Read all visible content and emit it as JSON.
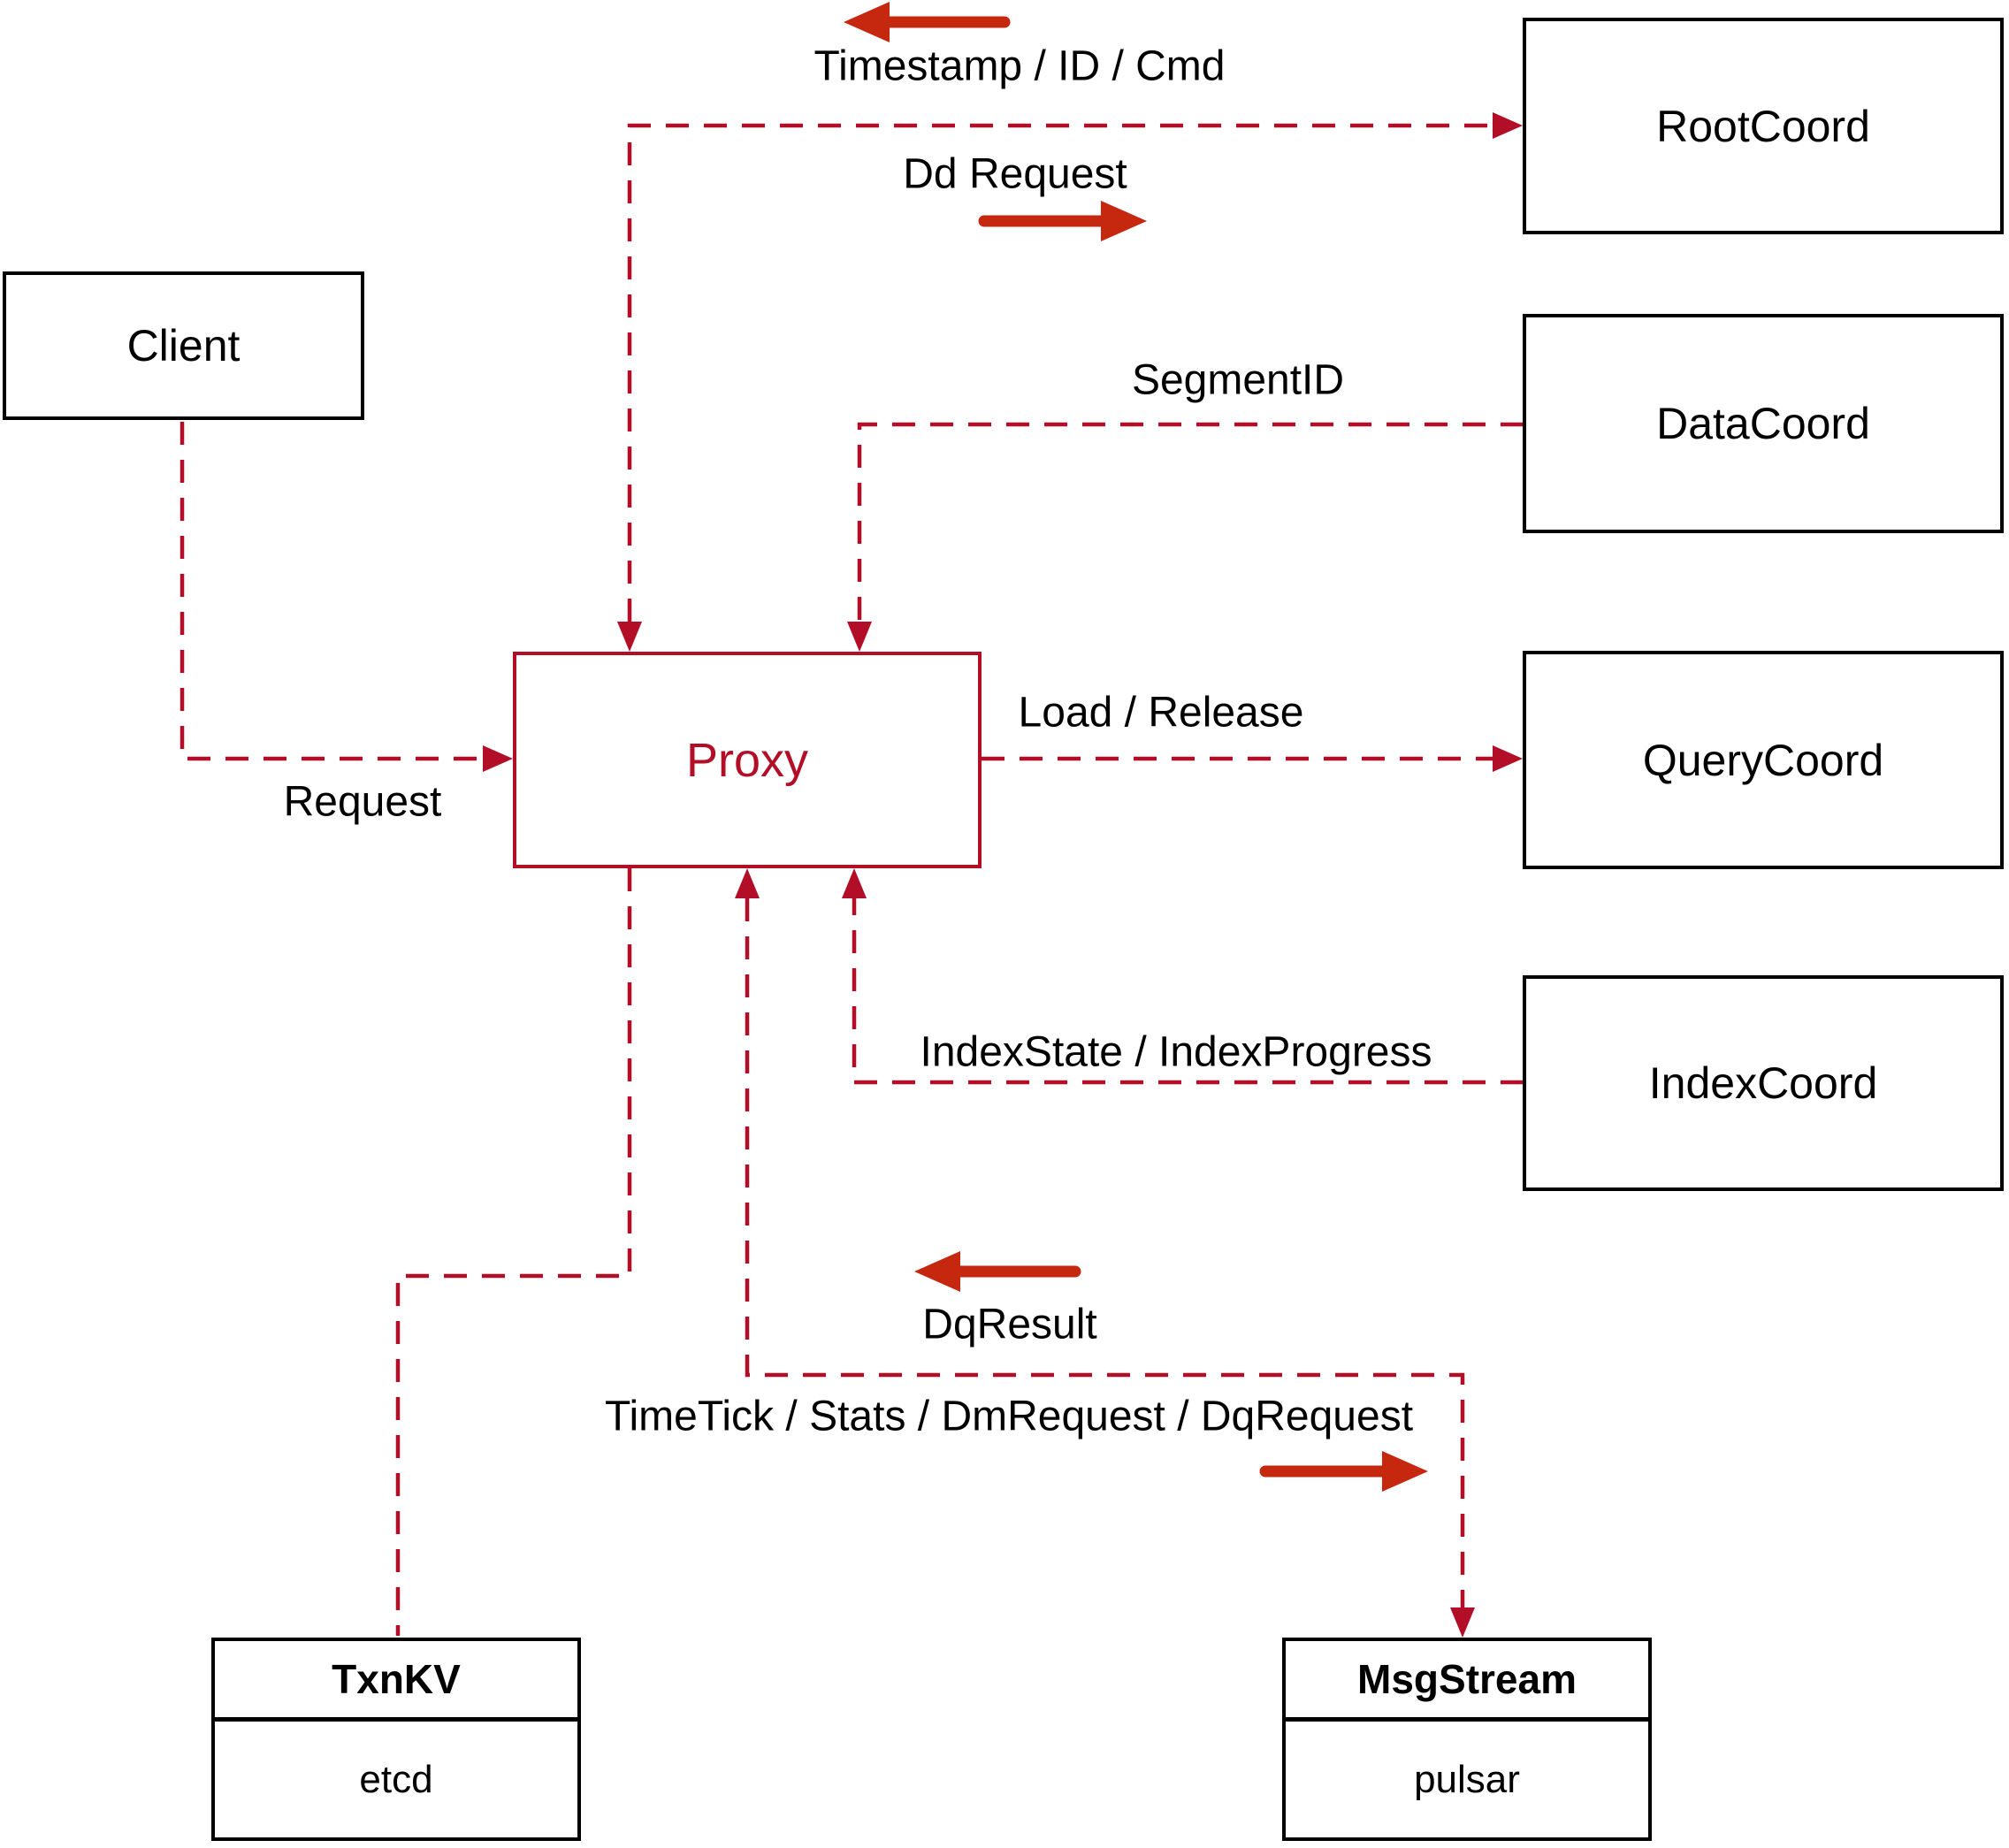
{
  "diagram": {
    "nodes": {
      "client": {
        "label": "Client"
      },
      "proxy": {
        "label": "Proxy"
      },
      "root_coord": {
        "label": "RootCoord"
      },
      "data_coord": {
        "label": "DataCoord"
      },
      "query_coord": {
        "label": "QueryCoord"
      },
      "index_coord": {
        "label": "IndexCoord"
      },
      "txn_kv": {
        "title": "TxnKV",
        "implementation": "etcd"
      },
      "msg_stream": {
        "title": "MsgStream",
        "implementation": "pulsar"
      }
    },
    "edge_labels": {
      "timestamp_id_cmd": "Timestamp / ID / Cmd",
      "dd_request": "Dd Request",
      "segment_id": "SegmentID",
      "load_release": "Load / Release",
      "request": "Request",
      "index_state_progress": "IndexState / IndexProgress",
      "dq_result": "DqResult",
      "timetick_stats": "TimeTick / Stats / DmRequest / DqRequest"
    },
    "colors": {
      "connector_red": "#b30e28",
      "arrow_red": "#c5270f",
      "node_border": "#000000",
      "proxy_red": "#b30e28",
      "text": "#000000",
      "background": "#ffffff"
    }
  }
}
